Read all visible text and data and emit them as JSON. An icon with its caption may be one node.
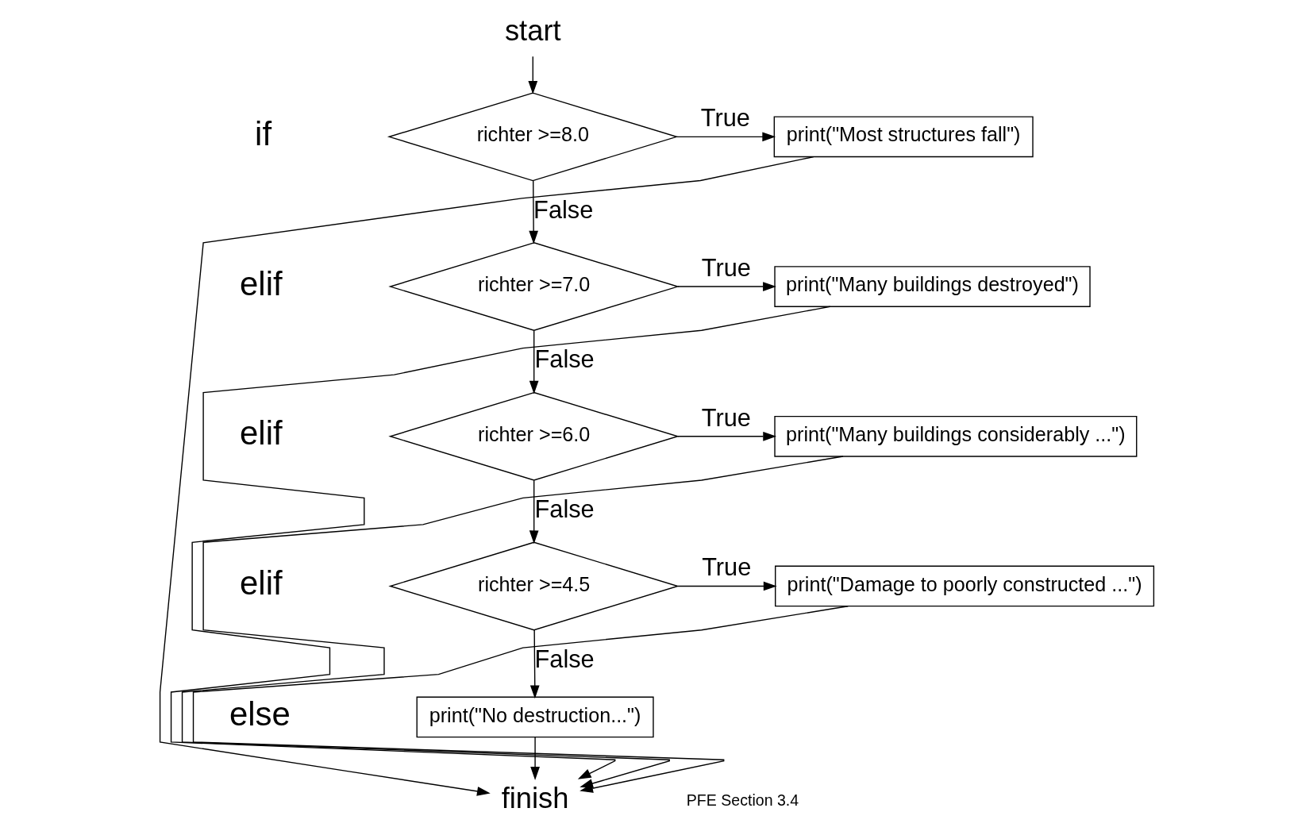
{
  "diagram": {
    "nodes": [
      {
        "text": [
          "start"
        ]
      },
      {
        "text": [
          "richter >=8.0"
        ]
      },
      {
        "text": [
          "print(\"Most structures fall\")"
        ]
      },
      {
        "text": [
          "richter >=7.0"
        ]
      },
      {
        "text": [
          "print(\"Many buildings destroyed\")"
        ]
      },
      {
        "text": [
          "richter >=6.0"
        ]
      },
      {
        "text": [
          "print(\"Many buildings considerably ...\")"
        ]
      },
      {
        "text": [
          "richter >=4.5"
        ]
      },
      {
        "text": [
          "print(\"Damage to poorly constructed ...\")"
        ]
      },
      {
        "text": [
          "print(\"No destruction...\")"
        ]
      },
      {
        "text": [
          "finish"
        ]
      }
    ],
    "edges": [
      {
        "from": 0,
        "to": 1,
        "arrow": "to"
      },
      {
        "from": 1,
        "to": 2,
        "arrow": "to",
        "label": "True"
      },
      {
        "from": 1,
        "to": 3,
        "arrow": "to",
        "label": "False"
      },
      {
        "from": 3,
        "to": 4,
        "arrow": "to",
        "label": "True"
      },
      {
        "from": 3,
        "to": 5,
        "arrow": "to",
        "label": "False"
      },
      {
        "from": 5,
        "to": 6,
        "arrow": "to",
        "label": "True"
      },
      {
        "from": 5,
        "to": 7,
        "arrow": "to",
        "label": "False"
      },
      {
        "from": 7,
        "to": 8,
        "arrow": "to",
        "label": "True"
      },
      {
        "from": 7,
        "to": 9,
        "arrow": "to",
        "label": "False"
      },
      {
        "from": 9,
        "to": 10,
        "arrow": "to"
      },
      {
        "from": 2,
        "to": 10,
        "arrow": "to"
      },
      {
        "from": 4,
        "to": 10,
        "arrow": "to"
      },
      {
        "from": 6,
        "to": 10,
        "arrow": "to"
      },
      {
        "from": 8,
        "to": 10,
        "arrow": "to"
      }
    ],
    "labels": [
      "if",
      "elif",
      "elif",
      "elif",
      "else",
      "PFE Section 3.4"
    ]
  }
}
